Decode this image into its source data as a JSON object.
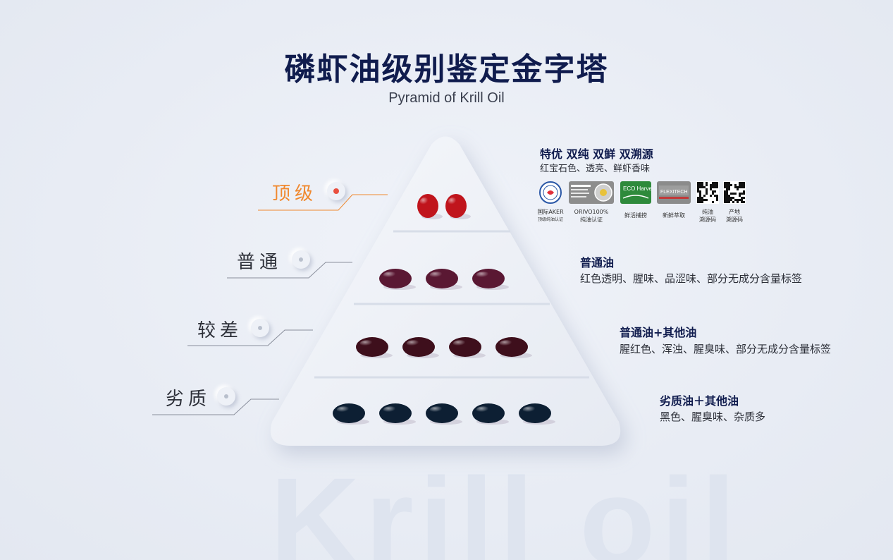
{
  "title": "磷虾油级别鉴定金字塔",
  "subtitle": "Pyramid of Krill Oil",
  "watermark": "Krill oil",
  "colors": {
    "title": "#101c4e",
    "accent": "#f0892f",
    "active_dot": "#e9503f",
    "capsule_top": "#c0141c",
    "capsule_2": "#5a1833",
    "capsule_3": "#3e0f1c",
    "capsule_4": "#0d1f33"
  },
  "tiers": [
    {
      "label": "顶级",
      "capsules": 2,
      "color": "#c0141c",
      "heading": "特优 双纯 双鲜 双溯源",
      "description": "红宝石色、透亮、鲜虾香味"
    },
    {
      "label": "普通",
      "capsules": 3,
      "color": "#5a1833",
      "heading": "普通油",
      "description": "红色透明、腥味、品涩味、部分无成分含量标签"
    },
    {
      "label": "较差",
      "capsules": 4,
      "color": "#3e0f1c",
      "heading": "普通油+其他油",
      "description": "腥红色、浑浊、腥臭味、部分无成分含量标签"
    },
    {
      "label": "劣质",
      "capsules": 5,
      "color": "#0d1f33",
      "heading": "劣质油＋其他油",
      "description": "黑色、腥臭味、杂质多"
    }
  ],
  "badges": [
    {
      "icon": "aker-certified-seal-icon",
      "caption1": "国际AKER",
      "caption2": "顶级纯油认证"
    },
    {
      "icon": "orivo-pure-krill-oil-icon",
      "caption1": "ORIVO100%",
      "caption2": "纯油认证"
    },
    {
      "icon": "eco-harvesting-icon",
      "text": "ECO Harvesting",
      "caption1": "鲜活捕捞",
      "caption2": ""
    },
    {
      "icon": "flexitech-icon",
      "text": "FLEXITECH",
      "caption1": "新鲜萃取",
      "caption2": ""
    },
    {
      "icon": "qr-code-icon",
      "caption1": "纯油",
      "caption2": "溯源码"
    },
    {
      "icon": "qr-code-icon",
      "caption1": "产地",
      "caption2": "溯源码"
    }
  ]
}
